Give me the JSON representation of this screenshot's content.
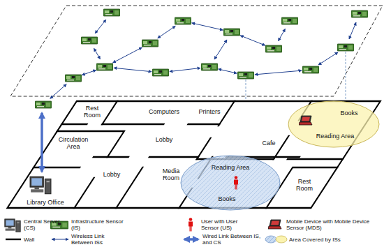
{
  "diagram": {
    "nodes": [
      {
        "text": [
          "Books",
          "Reading Area"
        ]
      },
      {
        "text": [
          "Reading Area",
          "Books"
        ]
      }
    ],
    "labels": [
      "Rest Room",
      "Computers",
      "Printers",
      "Cafe",
      "Circulation Area",
      "Lobby",
      "Lobby",
      "Media Room",
      "Rest Room",
      "Library Office"
    ],
    "legend": [
      {
        "text": "Central Server (CS)"
      },
      {
        "text": "Infrastructure Sensor (IS)"
      },
      {
        "text": "User with User Sensor (US)"
      },
      {
        "text": "Mobile Device with Mobile Device Sensor (MDS)"
      },
      {
        "text": "Wall"
      },
      {
        "text": "Wireless Link Between ISs"
      },
      {
        "text": "Wired Link Between IS, and CS"
      },
      {
        "text": "Area Covered by ISs"
      }
    ]
  }
}
